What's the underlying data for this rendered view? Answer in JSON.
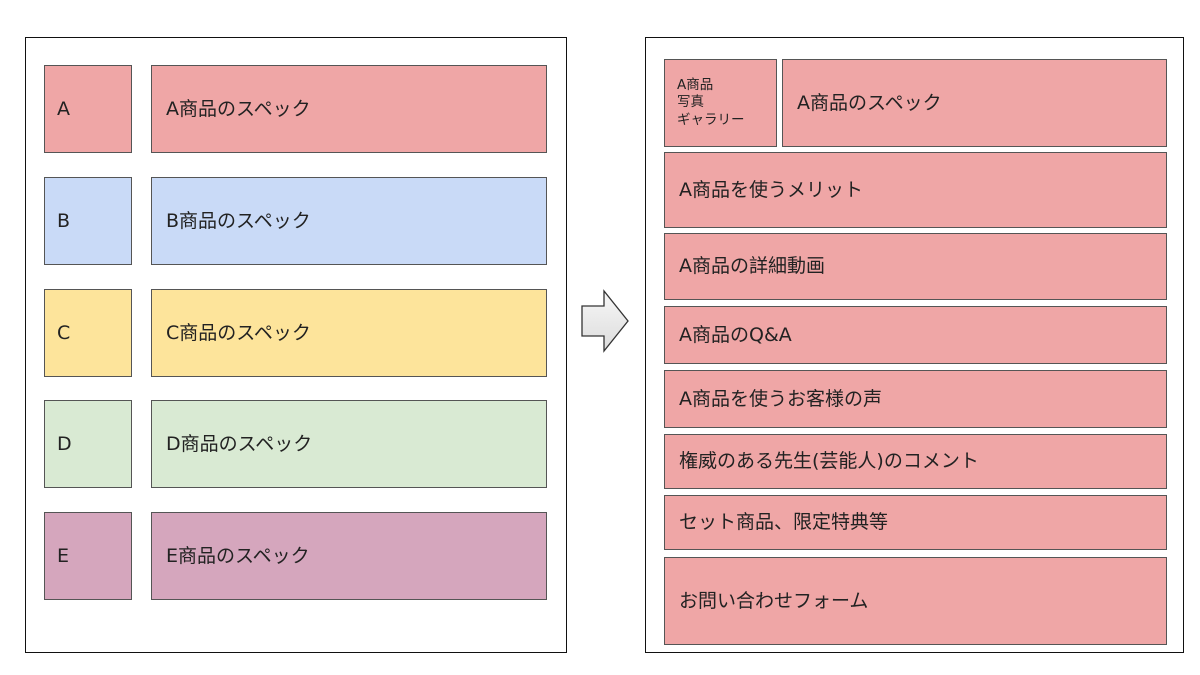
{
  "colors": {
    "A": "#efa6a6",
    "B": "#c9daf7",
    "C": "#fde49b",
    "D": "#d9ead3",
    "E": "#d5a6bd",
    "right": "#efa6a6"
  },
  "left_rows": [
    {
      "letter": "A",
      "spec": "A商品のスペック"
    },
    {
      "letter": "B",
      "spec": "B商品のスペック"
    },
    {
      "letter": "C",
      "spec": "C商品のスペック"
    },
    {
      "letter": "D",
      "spec": "D商品のスペック"
    },
    {
      "letter": "E",
      "spec": "E商品のスペック"
    }
  ],
  "arrow_icon": "right-arrow-icon",
  "right": {
    "gallery": "A商品\n写真\nギャラリー",
    "spec": "A商品のスペック",
    "sections": [
      "A商品を使うメリット",
      "A商品の詳細動画",
      "A商品のQ&A",
      "A商品を使うお客様の声",
      "権威のある先生(芸能人)のコメント",
      "セット商品、限定特典等",
      "お問い合わせフォーム"
    ]
  }
}
